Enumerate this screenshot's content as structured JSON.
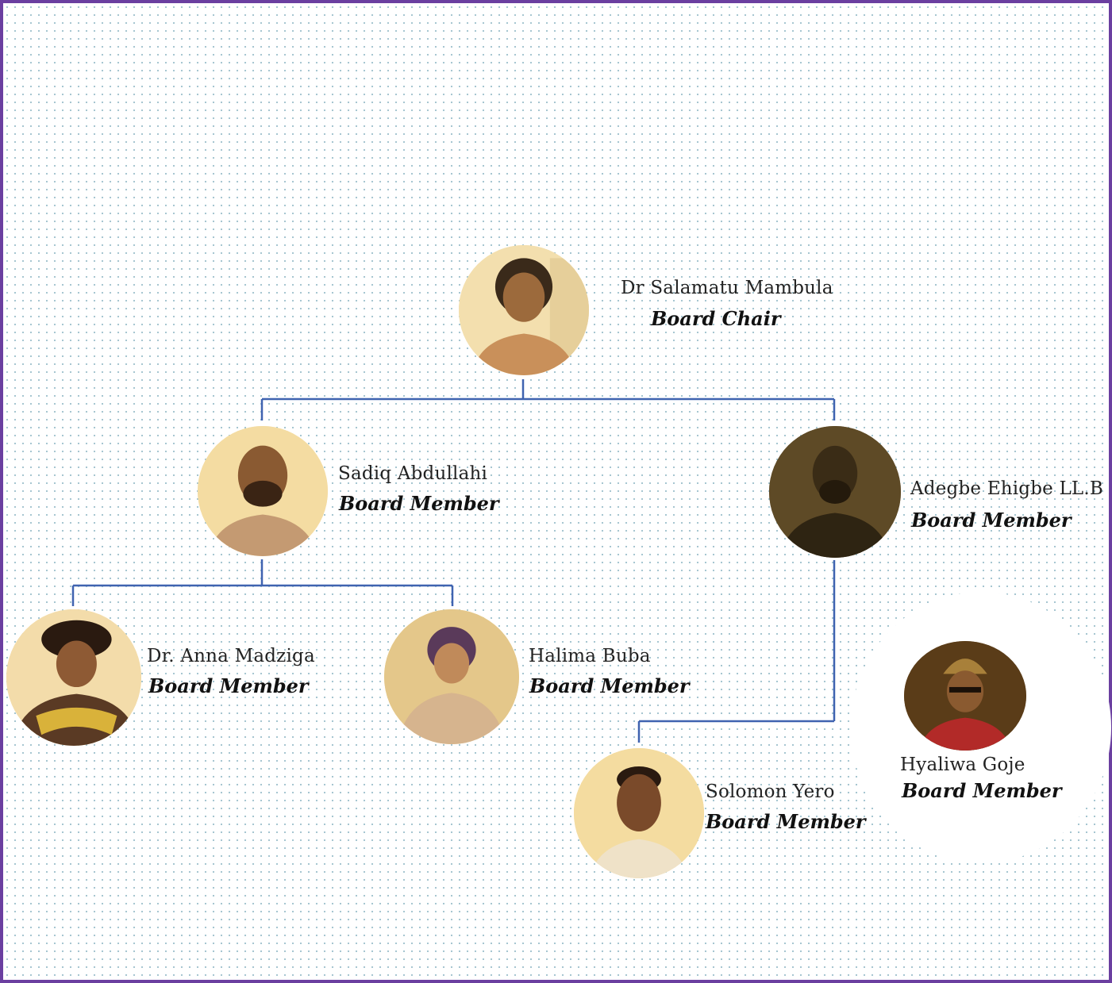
{
  "members": [
    {
      "id": "salamatu",
      "name": "Dr Salamatu Mambula",
      "role": "Board Chair",
      "icon": "person-photo-icon"
    },
    {
      "id": "sadiq",
      "name": "Sadiq Abdullahi",
      "role": "Board Member",
      "icon": "person-photo-icon"
    },
    {
      "id": "adegbe",
      "name": "Adegbe Ehigbe LL.B",
      "role": "Board Member",
      "icon": "person-photo-icon"
    },
    {
      "id": "anna",
      "name": "Dr. Anna Madziga",
      "role": "Board Member",
      "icon": "person-photo-icon"
    },
    {
      "id": "halima",
      "name": "Halima Buba",
      "role": "Board Member",
      "icon": "person-photo-icon"
    },
    {
      "id": "solomon",
      "name": "Solomon Yero",
      "role": "Board Member",
      "icon": "person-photo-icon"
    },
    {
      "id": "hyaliwa",
      "name": "Hyaliwa Goje",
      "role": "Board Member",
      "icon": "person-photo-icon"
    }
  ],
  "colors": {
    "frame_border": "#6b3fa0",
    "connector": "#3f63b0",
    "dot_pattern": "#9cc0cc",
    "photo_tint": "#f2d79a"
  }
}
